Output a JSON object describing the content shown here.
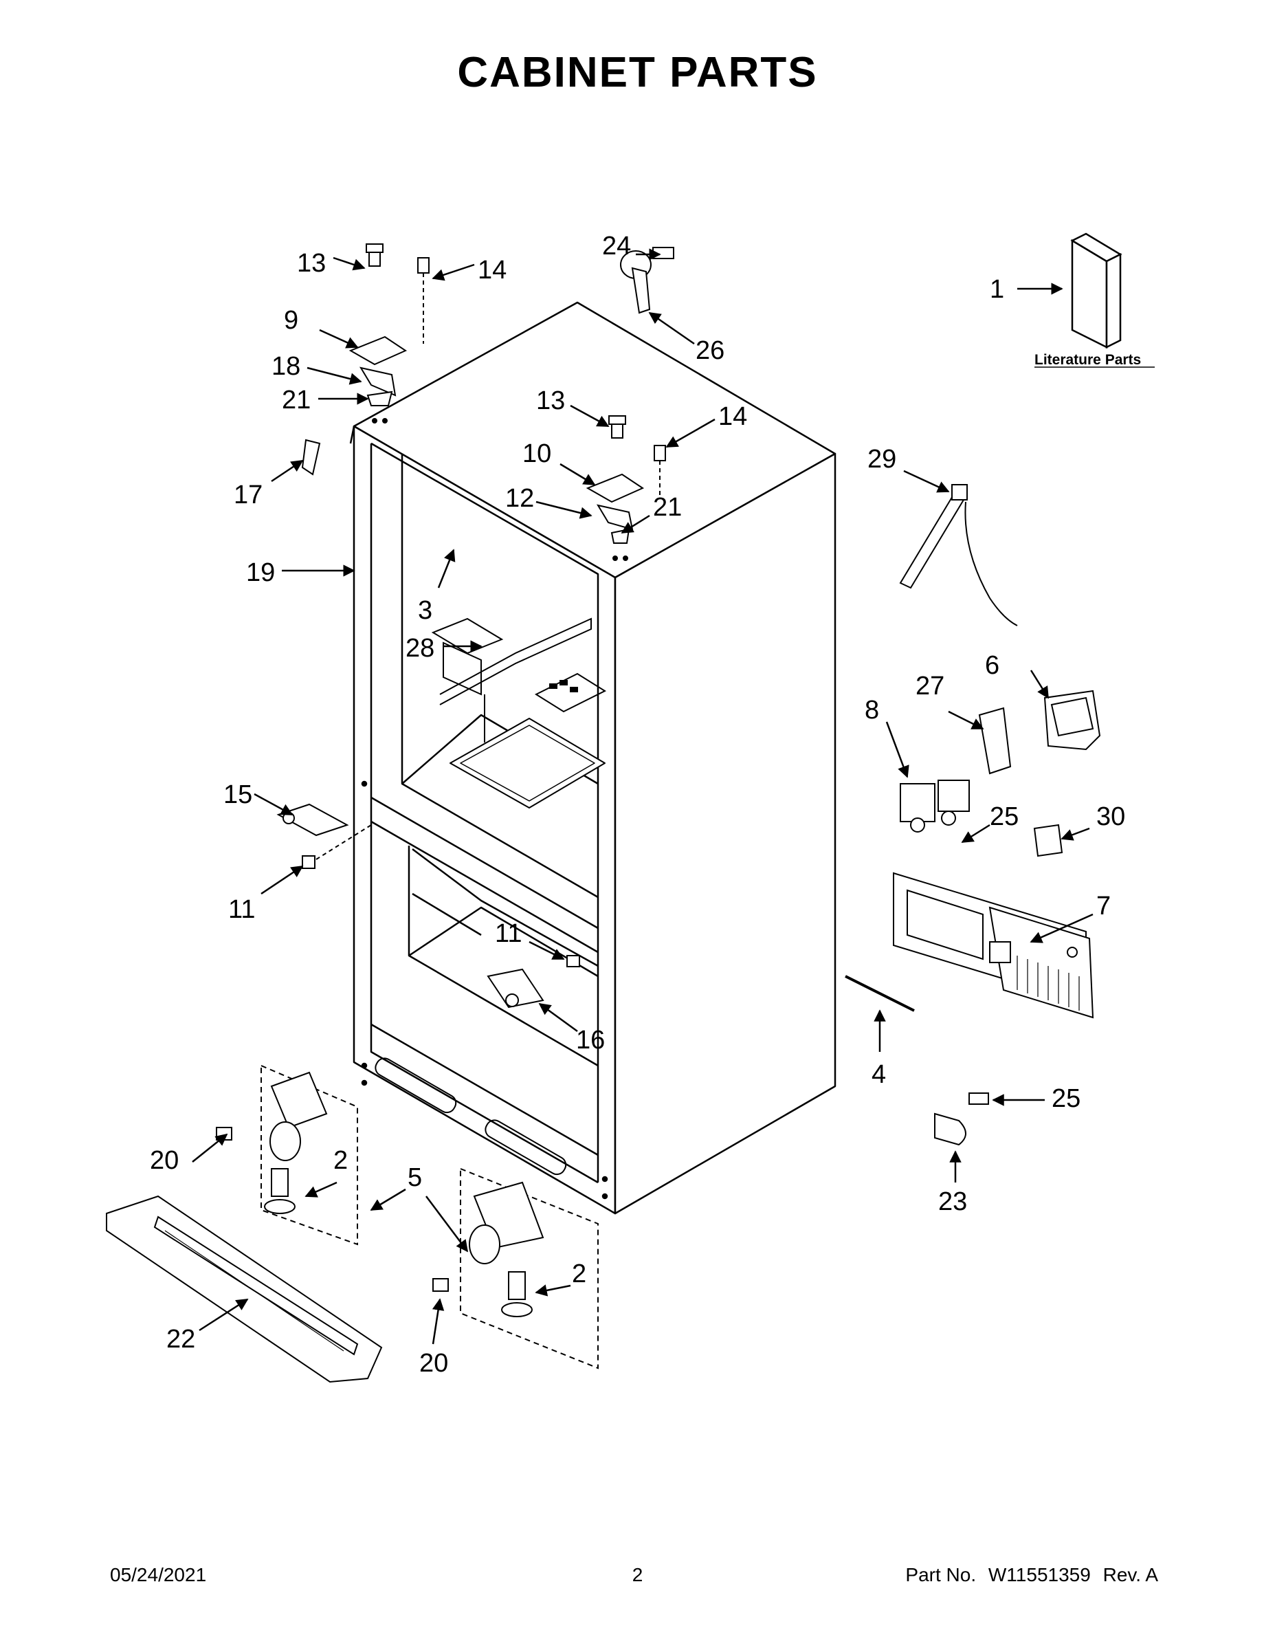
{
  "title": "CABINET PARTS",
  "literature_label": "Literature Parts",
  "callouts": {
    "c1": "1",
    "c2a": "2",
    "c2b": "2",
    "c3": "3",
    "c4": "4",
    "c5": "5",
    "c6": "6",
    "c7": "7",
    "c8": "8",
    "c9": "9",
    "c10": "10",
    "c11a": "11",
    "c11b": "11",
    "c12": "12",
    "c13a": "13",
    "c13b": "13",
    "c14a": "14",
    "c14b": "14",
    "c15": "15",
    "c16": "16",
    "c17": "17",
    "c18": "18",
    "c19": "19",
    "c20a": "20",
    "c20b": "20",
    "c21a": "21",
    "c21b": "21",
    "c22": "22",
    "c23": "23",
    "c24": "24",
    "c25a": "25",
    "c25b": "25",
    "c26": "26",
    "c27": "27",
    "c28": "28",
    "c29": "29",
    "c30": "30"
  },
  "footer": {
    "date": "05/24/2021",
    "page": "2",
    "part_label": "Part No.",
    "part_number": "W11551359",
    "revision": "Rev. A"
  }
}
